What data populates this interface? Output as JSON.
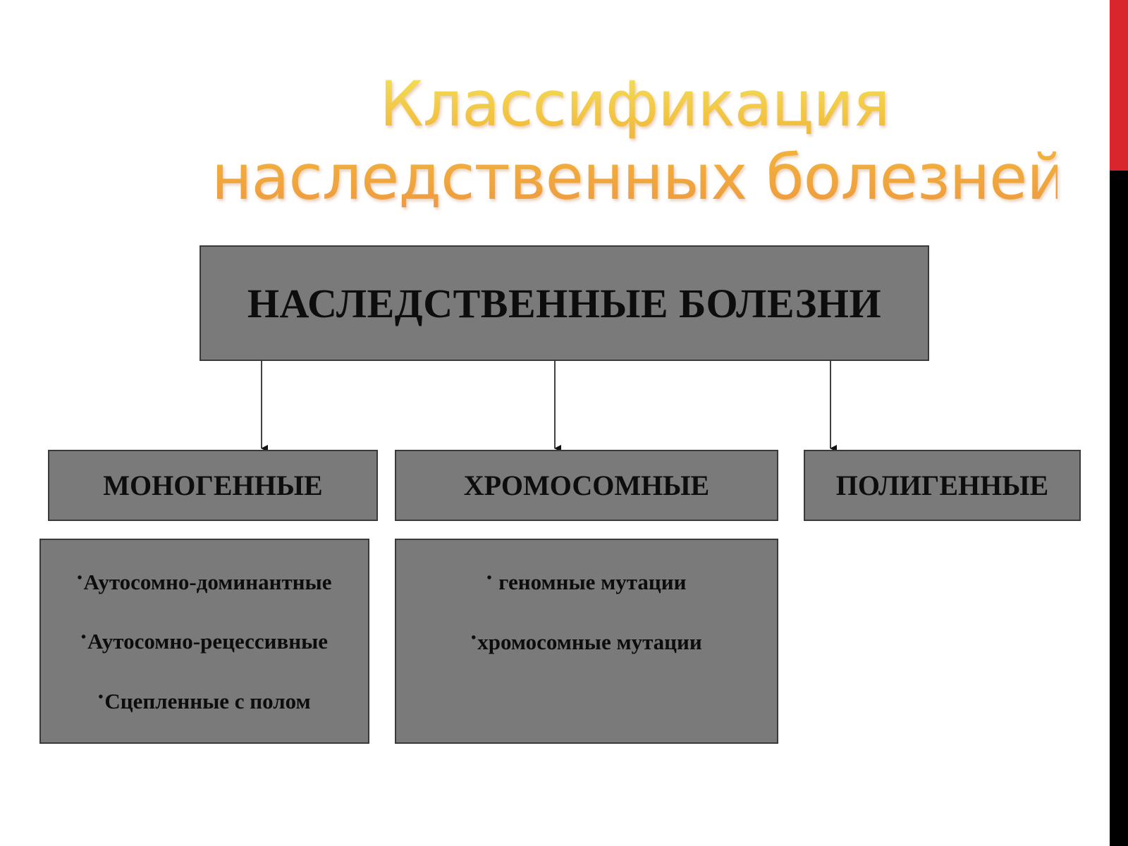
{
  "title": {
    "line1": "Классификация",
    "line2": "наследственных болезней"
  },
  "root": {
    "label": "НАСЛЕДСТВЕННЫЕ БОЛЕЗНИ"
  },
  "categories": [
    {
      "label": "МОНОГЕННЫЕ",
      "items": [
        "Аутосомно-доминантные",
        "Аутосомно-рецессивные",
        "Сцепленные с полом"
      ]
    },
    {
      "label": "ХРОМОСОМНЫЕ",
      "items": [
        " геномные мутации",
        "хромосомные мутации"
      ]
    },
    {
      "label": "ПОЛИГЕННЫЕ",
      "items": []
    }
  ],
  "bullet": "•",
  "colors": {
    "box_fill": "#7a7a7a",
    "box_border": "#3a3a3a",
    "text": "#0d0d0d",
    "title_gradient_top": "#f3e35a",
    "title_gradient_bottom": "#ee9840",
    "side_accent_red": "#d9262c",
    "side_accent_black": "#000000"
  }
}
